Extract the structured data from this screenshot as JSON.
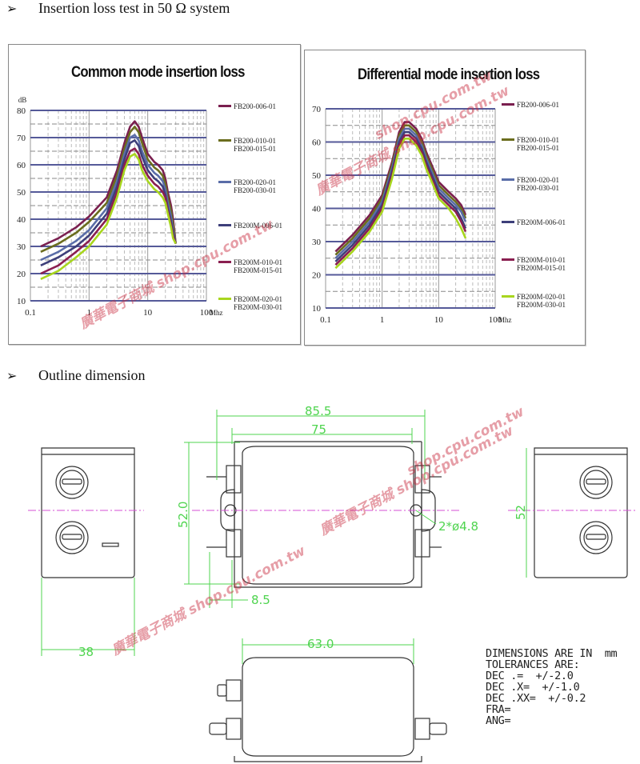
{
  "headings": {
    "insertion": "Insertion loss test in 50 Ω system",
    "outline": "Outline dimension",
    "bullet": "➢"
  },
  "chart_data": [
    {
      "type": "line",
      "title": "Common mode insertion loss",
      "ylabel": "dB",
      "xlabel": "Mhz",
      "x_scale": "log",
      "xlim": [
        0.1,
        100
      ],
      "ylim": [
        10,
        80
      ],
      "x_ticks": [
        "0.1",
        "1",
        "10",
        "100"
      ],
      "y_ticks": [
        "10",
        "20",
        "30",
        "40",
        "50",
        "60",
        "70",
        "80"
      ],
      "x": [
        0.15,
        0.3,
        0.6,
        1,
        2,
        3,
        4,
        5,
        6,
        7,
        8,
        10,
        13,
        15,
        18,
        20,
        22,
        25,
        27,
        30
      ],
      "series": [
        {
          "name": "FB200-006-01",
          "color": "#7a1f4f",
          "values": [
            30,
            33,
            37,
            41,
            48,
            58,
            68,
            74,
            76,
            74,
            70,
            64,
            61,
            60,
            58,
            55,
            50,
            45,
            40,
            31
          ]
        },
        {
          "name": "FB200-010-01 FB200-015-01",
          "color": "#6b6d1e",
          "values": [
            28,
            31,
            35,
            39,
            46,
            56,
            66,
            72,
            74,
            72,
            68,
            62,
            59,
            58,
            56,
            53,
            48,
            43,
            38,
            31
          ]
        },
        {
          "name": "FB200-020-01 FB200-030-01",
          "color": "#5a6da8",
          "values": [
            25,
            28,
            32,
            36,
            44,
            54,
            64,
            70,
            71,
            69,
            65,
            60,
            57,
            56,
            54,
            51,
            46,
            41,
            36,
            31
          ]
        },
        {
          "name": "FB200M-006-01",
          "color": "#3d3f7a",
          "values": [
            23,
            26,
            30,
            34,
            42,
            52,
            62,
            68,
            69,
            67,
            63,
            58,
            55,
            54,
            52,
            49,
            44,
            39,
            35,
            31
          ]
        },
        {
          "name": "FB200M-010-01 FB200M-015-01",
          "color": "#8a1f50",
          "values": [
            20,
            23,
            28,
            32,
            40,
            50,
            60,
            65,
            66,
            64,
            60,
            56,
            53,
            52,
            50,
            48,
            43,
            38,
            34,
            31
          ]
        },
        {
          "name": "FB200M-020-01 FB200M-030-01",
          "color": "#a8d61e",
          "values": [
            18,
            21,
            26,
            30,
            38,
            48,
            58,
            63,
            64,
            62,
            58,
            54,
            51,
            50,
            48,
            46,
            42,
            37,
            33,
            31
          ]
        }
      ]
    },
    {
      "type": "line",
      "title": "Differential mode insertion loss",
      "xlabel": "Mhz",
      "x_scale": "log",
      "xlim": [
        0.1,
        100
      ],
      "ylim": [
        10,
        70
      ],
      "x_ticks": [
        "0.1",
        "1",
        "10",
        "100"
      ],
      "y_ticks": [
        "10",
        "20",
        "30",
        "40",
        "50",
        "60",
        "70"
      ],
      "x": [
        0.15,
        0.3,
        0.6,
        1,
        1.5,
        2,
        2.5,
        3,
        4,
        5,
        6,
        8,
        10,
        15,
        20,
        25,
        30
      ],
      "series": [
        {
          "name": "FB200-006-01",
          "color": "#7a1f4f",
          "values": [
            27,
            32,
            38,
            44,
            54,
            63,
            66,
            66,
            64,
            61,
            57,
            52,
            48,
            45,
            43,
            41,
            38
          ]
        },
        {
          "name": "FB200-010-01 FB200-015-01",
          "color": "#6b6d1e",
          "values": [
            26,
            31,
            37,
            43,
            53,
            62,
            65,
            65,
            63,
            60,
            56,
            51,
            47,
            44,
            42,
            40,
            37
          ]
        },
        {
          "name": "FB200-020-01 FB200-030-01",
          "color": "#5a6da8",
          "values": [
            25,
            30,
            36,
            42,
            52,
            61,
            64,
            64,
            62,
            59,
            55,
            50,
            46,
            43,
            41,
            39,
            36
          ]
        },
        {
          "name": "FB200M-006-01",
          "color": "#3d3f7a",
          "values": [
            24,
            29,
            35,
            41,
            51,
            60,
            63,
            63,
            61,
            58,
            54,
            49,
            45,
            42,
            40,
            37,
            34
          ]
        },
        {
          "name": "FB200M-010-01 FB200M-015-01",
          "color": "#8a1f50",
          "values": [
            23,
            28,
            34,
            40,
            50,
            59,
            62,
            62,
            60,
            57,
            53,
            48,
            44,
            41,
            39,
            36,
            33
          ]
        },
        {
          "name": "FB200M-020-01 FB200M-030-01",
          "color": "#a8d61e",
          "values": [
            22,
            27,
            33,
            39,
            49,
            58,
            61,
            61,
            59,
            56,
            52,
            47,
            43,
            40,
            37,
            34,
            31
          ]
        }
      ]
    }
  ],
  "dimensions": {
    "overall_width": "85.5",
    "body_width": "75",
    "height": "52.0",
    "side_height": "52",
    "hole": "2*ø4.8",
    "terminal_offset": "8.5",
    "depth": "38",
    "bottom_width": "63.0"
  },
  "notes": "DIMENSIONS ARE IN  mm\nTOLERANCES ARE:\nDEC .=  +/-2.0\nDEC .X=  +/-1.0\nDEC .XX=  +/-0.2\nFRA=\nANG=",
  "watermarks": [
    "廣華電子商城 shop.cpu.com.tw",
    "廣華電子商城 shop.cpu.com.tw",
    "shop.cpu.com.tw",
    "廣華電子商城 shop.cpu.com.tw",
    "廣華電子商城 shop.cpu.com.tw",
    "shop.cpu.com.tw"
  ],
  "colors": {
    "dimension": "#4fd44f",
    "centerline": "#d44fd4",
    "outline": "#333333"
  }
}
